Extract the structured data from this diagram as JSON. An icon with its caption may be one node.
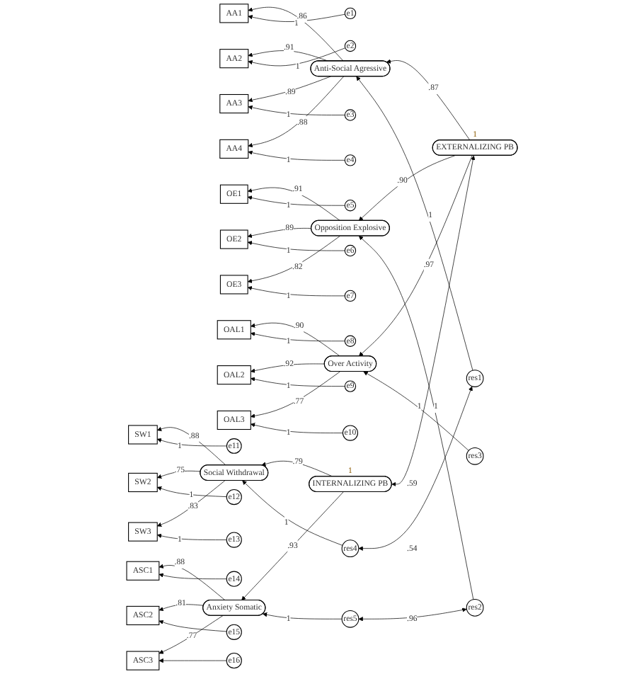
{
  "diagram": {
    "nodes": [
      {
        "text": [
          "res1"
        ]
      },
      {
        "text": [
          "Anti-Social Agressive"
        ]
      },
      {
        "text": [
          "e1"
        ]
      },
      {
        "text": [
          "AA1"
        ]
      },
      {
        "text": [
          "e2"
        ]
      },
      {
        "text": [
          "AA2"
        ]
      },
      {
        "text": [
          "e3"
        ]
      },
      {
        "text": [
          "AA3"
        ]
      },
      {
        "text": [
          "e4"
        ]
      },
      {
        "text": [
          "AA4"
        ]
      },
      {
        "text": [
          "res2"
        ]
      },
      {
        "text": [
          "Opposition Explosive"
        ]
      },
      {
        "text": [
          "e5"
        ]
      },
      {
        "text": [
          "OE1"
        ]
      },
      {
        "text": [
          "e6"
        ]
      },
      {
        "text": [
          "OE2"
        ]
      },
      {
        "text": [
          "e7"
        ]
      },
      {
        "text": [
          "OE3"
        ]
      },
      {
        "text": [
          "res3"
        ]
      },
      {
        "text": [
          "Over Activity"
        ]
      },
      {
        "text": [
          "e8"
        ]
      },
      {
        "text": [
          "OAL1"
        ]
      },
      {
        "text": [
          "e9"
        ]
      },
      {
        "text": [
          "OAL2"
        ]
      },
      {
        "text": [
          "e10"
        ]
      },
      {
        "text": [
          "OAL3"
        ]
      },
      {
        "text": [
          "res4"
        ]
      },
      {
        "text": [
          "Social Withdrawal"
        ]
      },
      {
        "text": [
          "e11"
        ]
      },
      {
        "text": [
          "SW1"
        ]
      },
      {
        "text": [
          "e12"
        ]
      },
      {
        "text": [
          "SW2"
        ]
      },
      {
        "text": [
          "e13"
        ]
      },
      {
        "text": [
          "SW3"
        ]
      },
      {
        "text": [
          "res5"
        ]
      },
      {
        "text": [
          "Anxiety Somatic"
        ]
      },
      {
        "text": [
          "e14"
        ]
      },
      {
        "text": [
          "ASC1"
        ]
      },
      {
        "text": [
          "e15"
        ]
      },
      {
        "text": [
          "ASC2"
        ]
      },
      {
        "text": [
          "e16"
        ]
      },
      {
        "text": [
          "ASC3"
        ]
      },
      {
        "text": [
          "EXTERNALIZING PB"
        ],
        "beside": [
          "1"
        ]
      },
      {
        "text": [
          "INTERNALIZING PB"
        ],
        "beside": [
          "1"
        ]
      }
    ],
    "edges": [
      {
        "from": 0,
        "to": 1,
        "arrow": "to",
        "label": "1"
      },
      {
        "from": 2,
        "to": 3,
        "arrow": "to",
        "label": "1"
      },
      {
        "from": 4,
        "to": 5,
        "arrow": "to",
        "label": "1"
      },
      {
        "from": 6,
        "to": 7,
        "arrow": "to",
        "label": "1"
      },
      {
        "from": 8,
        "to": 9,
        "arrow": "to",
        "label": "1"
      },
      {
        "from": 1,
        "to": 3,
        "arrow": "to",
        "label": ".86"
      },
      {
        "from": 1,
        "to": 5,
        "arrow": "to",
        "label": ".91"
      },
      {
        "from": 1,
        "to": 7,
        "arrow": "to",
        "label": ".89"
      },
      {
        "from": 1,
        "to": 9,
        "arrow": "to",
        "label": ".88"
      },
      {
        "from": 10,
        "to": 11,
        "arrow": "to",
        "label": "1"
      },
      {
        "from": 12,
        "to": 13,
        "arrow": "to",
        "label": "1"
      },
      {
        "from": 14,
        "to": 15,
        "arrow": "to",
        "label": "1"
      },
      {
        "from": 16,
        "to": 17,
        "arrow": "to",
        "label": "1"
      },
      {
        "from": 11,
        "to": 13,
        "arrow": "to",
        "label": ".91"
      },
      {
        "from": 11,
        "to": 15,
        "arrow": "to",
        "label": ".89"
      },
      {
        "from": 11,
        "to": 17,
        "arrow": "to",
        "label": ".82"
      },
      {
        "from": 18,
        "to": 19,
        "arrow": "to",
        "label": "1"
      },
      {
        "from": 20,
        "to": 21,
        "arrow": "to",
        "label": "1"
      },
      {
        "from": 22,
        "to": 23,
        "arrow": "to",
        "label": "1"
      },
      {
        "from": 24,
        "to": 25,
        "arrow": "to",
        "label": "1"
      },
      {
        "from": 19,
        "to": 21,
        "arrow": "to",
        "label": ".90"
      },
      {
        "from": 19,
        "to": 23,
        "arrow": "to",
        "label": ".92"
      },
      {
        "from": 19,
        "to": 25,
        "arrow": "to",
        "label": ".77"
      },
      {
        "from": 26,
        "to": 27,
        "arrow": "to",
        "label": "1"
      },
      {
        "from": 28,
        "to": 29,
        "arrow": "to",
        "label": "1"
      },
      {
        "from": 30,
        "to": 31,
        "arrow": "to",
        "label": "1"
      },
      {
        "from": 32,
        "to": 33,
        "arrow": "to",
        "label": "1"
      },
      {
        "from": 27,
        "to": 29,
        "arrow": "to",
        "label": ".88"
      },
      {
        "from": 27,
        "to": 31,
        "arrow": "to",
        "label": ".75"
      },
      {
        "from": 27,
        "to": 33,
        "arrow": "to",
        "label": ".83"
      },
      {
        "from": 34,
        "to": 35,
        "arrow": "to",
        "label": "1"
      },
      {
        "from": 36,
        "to": 37,
        "arrow": "to"
      },
      {
        "from": 38,
        "to": 39,
        "arrow": "to"
      },
      {
        "from": 40,
        "to": 41,
        "arrow": "to"
      },
      {
        "from": 35,
        "to": 37,
        "arrow": "to",
        "label": ".88"
      },
      {
        "from": 35,
        "to": 39,
        "arrow": "to",
        "label": ".81"
      },
      {
        "from": 35,
        "to": 41,
        "arrow": "to",
        "label": ".77"
      },
      {
        "from": 42,
        "to": 1,
        "arrow": "to",
        "label": ".87"
      },
      {
        "from": 42,
        "to": 11,
        "arrow": "to",
        "label": ".90"
      },
      {
        "from": 42,
        "to": 19,
        "arrow": "to",
        "label": ".97"
      },
      {
        "from": 43,
        "to": 27,
        "arrow": "to",
        "label": ".79"
      },
      {
        "from": 43,
        "to": 35,
        "arrow": "to",
        "label": ".93"
      },
      {
        "from": 0,
        "to": 26,
        "arrow": "both",
        "label": ".54"
      },
      {
        "from": 10,
        "to": 34,
        "arrow": "both",
        "label": ".96"
      },
      {
        "from": 42,
        "to": 43,
        "arrow": "both",
        "label": ".59"
      }
    ]
  }
}
